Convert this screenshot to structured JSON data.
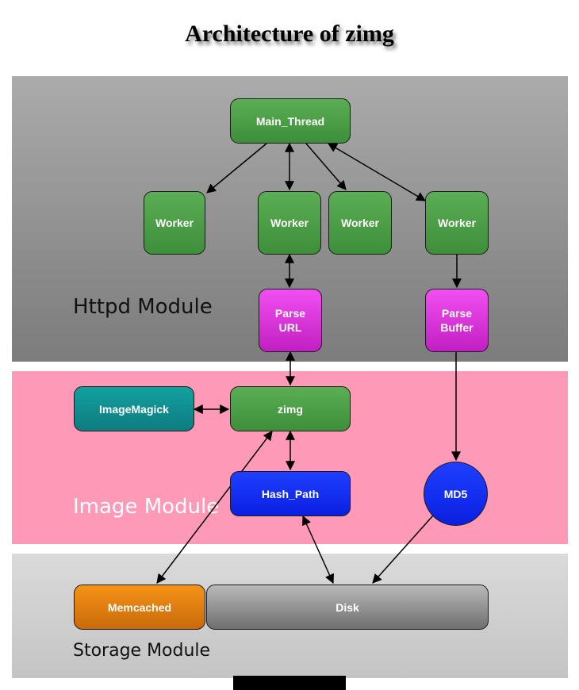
{
  "title": "Architecture of zimg",
  "modules": {
    "httpd": "Httpd Module",
    "image": "Image Module",
    "storage": "Storage Module"
  },
  "nodes": {
    "main_thread": "Main_Thread",
    "worker_1": "Worker",
    "worker_2": "Worker",
    "worker_3": "Worker",
    "worker_4": "Worker",
    "parse_url": "Parse\nURL",
    "parse_buffer": "Parse\nBuffer",
    "imagemagick": "ImageMagick",
    "zimg": "zimg",
    "hash_path": "Hash_Path",
    "md5": "MD5",
    "memcached": "Memcached",
    "disk": "Disk"
  },
  "edges": [
    {
      "from": "main_thread",
      "to": "worker_1",
      "direction": "forward"
    },
    {
      "from": "main_thread",
      "to": "worker_2",
      "direction": "both"
    },
    {
      "from": "main_thread",
      "to": "worker_3",
      "direction": "forward"
    },
    {
      "from": "main_thread",
      "to": "worker_4",
      "direction": "both"
    },
    {
      "from": "worker_2",
      "to": "parse_url",
      "direction": "both"
    },
    {
      "from": "worker_4",
      "to": "parse_buffer",
      "direction": "forward"
    },
    {
      "from": "parse_url",
      "to": "zimg",
      "direction": "both"
    },
    {
      "from": "imagemagick",
      "to": "zimg",
      "direction": "both"
    },
    {
      "from": "zimg",
      "to": "hash_path",
      "direction": "both"
    },
    {
      "from": "zimg",
      "to": "memcached",
      "direction": "both"
    },
    {
      "from": "parse_buffer",
      "to": "md5",
      "direction": "forward"
    },
    {
      "from": "hash_path",
      "to": "disk",
      "direction": "both"
    },
    {
      "from": "md5",
      "to": "disk",
      "direction": "forward"
    }
  ]
}
